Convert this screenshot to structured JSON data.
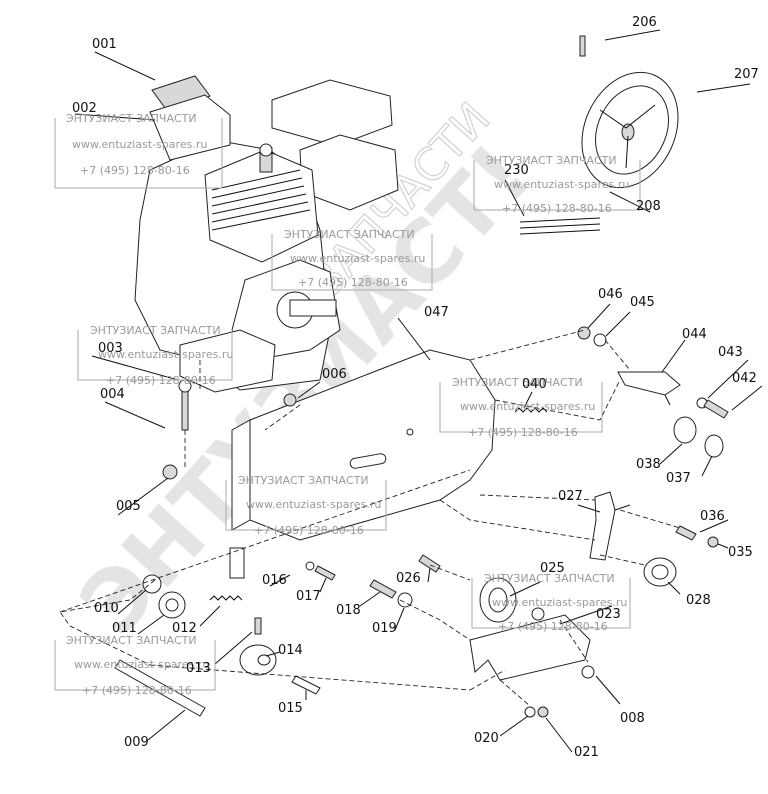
{
  "diagram": {
    "watermark": {
      "big": "ЭНТУЗИАСТ!",
      "mid": "ЗАПЧАСТИ",
      "box_title": "ЭНТУЗИАСТ ЗАПЧАСТИ",
      "box_url": "www.entuziast-spares.ru",
      "box_phone": "+7 (495) 128-80-16"
    },
    "labels": {
      "p001": "001",
      "p002": "002",
      "p003": "003",
      "p004": "004",
      "p005": "005",
      "p006": "006",
      "p008": "008",
      "p009": "009",
      "p010": "010",
      "p011": "011",
      "p012": "012",
      "p013": "013",
      "p014": "014",
      "p015": "015",
      "p016": "016",
      "p017": "017",
      "p018": "018",
      "p019": "019",
      "p020": "020",
      "p021": "021",
      "p023": "023",
      "p025": "025",
      "p026": "026",
      "p027": "027",
      "p028": "028",
      "p035": "035",
      "p036": "036",
      "p037": "037",
      "p038": "038",
      "p040": "040",
      "p042": "042",
      "p043": "043",
      "p044": "044",
      "p045": "045",
      "p046": "046",
      "p047": "047",
      "p206": "206",
      "p207": "207",
      "p208": "208",
      "p230": "230"
    }
  }
}
